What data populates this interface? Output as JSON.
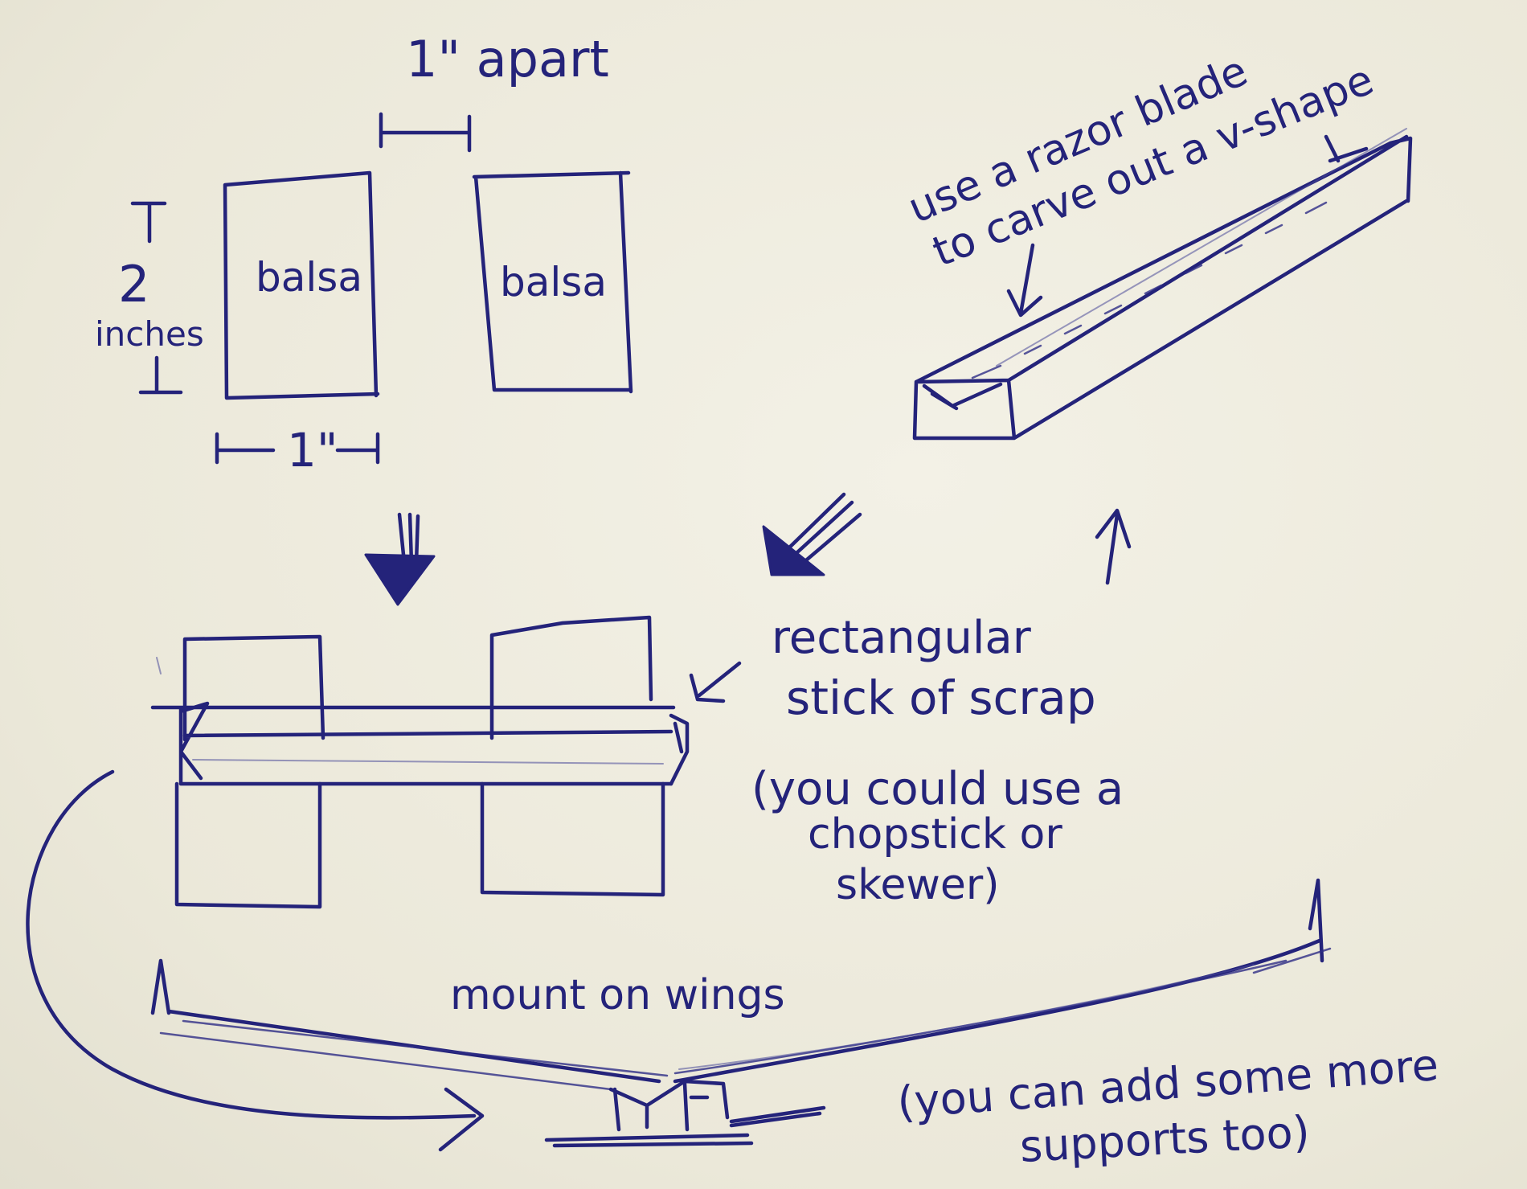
{
  "top_sketch": {
    "gap_label": "1\" apart",
    "block_left_label": "balsa",
    "block_right_label": "balsa",
    "height_value": "2",
    "height_unit": "inches",
    "width_label": "1\""
  },
  "beam_sketch": {
    "note_line1": "use a razor blade",
    "note_line2": "to carve out a v-shape"
  },
  "assembly_sketch": {
    "stick_line1": "rectangular",
    "stick_line2": "stick of scrap",
    "alt_line1": "(you could use a",
    "alt_line2": "chopstick or",
    "alt_line3": "skewer)"
  },
  "wing_sketch": {
    "mount_label": "mount on wings",
    "supports_line1": "(you can add some more",
    "supports_line2": "supports too)"
  },
  "colors": {
    "ink": "#24237a",
    "paper": "#eeebde"
  }
}
